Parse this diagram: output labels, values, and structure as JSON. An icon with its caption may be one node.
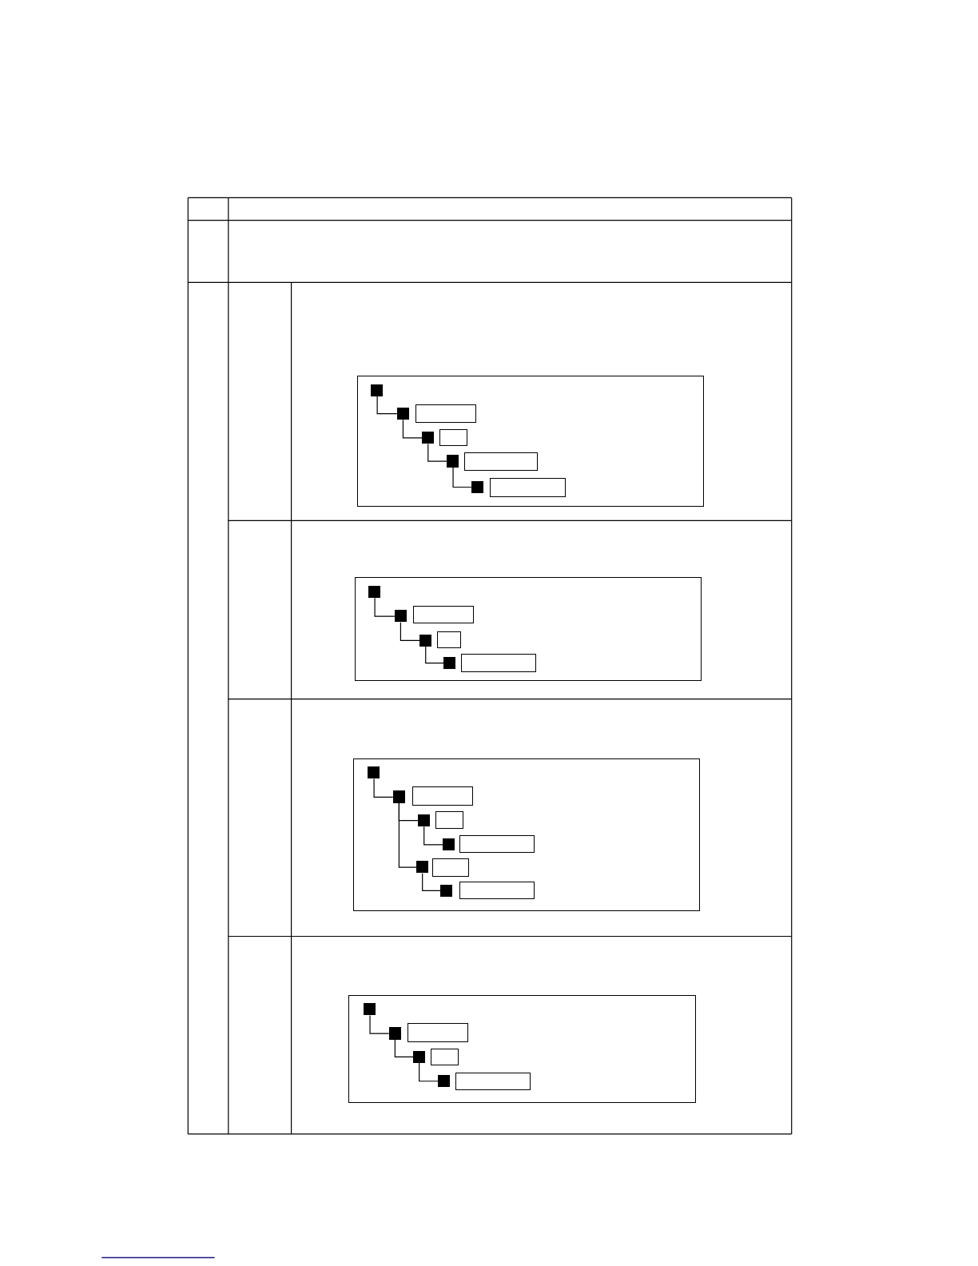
{
  "diagram": {
    "nodes": [
      {
        "text": [],
        "shape": "box"
      },
      {
        "text": [],
        "shape": "square",
        "in": 0
      },
      {
        "text": [],
        "shape": "square",
        "in": 0
      },
      {
        "text": [],
        "shape": "box",
        "in": 0
      },
      {
        "text": [],
        "shape": "square",
        "in": 0
      },
      {
        "text": [],
        "shape": "box",
        "in": 0
      },
      {
        "text": [],
        "shape": "square",
        "in": 0
      },
      {
        "text": [],
        "shape": "box",
        "in": 0
      },
      {
        "text": [],
        "shape": "square",
        "in": 0
      },
      {
        "text": [],
        "shape": "box",
        "in": 0
      },
      {
        "text": [],
        "shape": "box"
      },
      {
        "text": [],
        "shape": "square",
        "in": 10
      },
      {
        "text": [],
        "shape": "square",
        "in": 10
      },
      {
        "text": [],
        "shape": "box",
        "in": 10
      },
      {
        "text": [],
        "shape": "square",
        "in": 10
      },
      {
        "text": [],
        "shape": "box",
        "in": 10
      },
      {
        "text": [],
        "shape": "square",
        "in": 10
      },
      {
        "text": [],
        "shape": "box",
        "in": 10
      },
      {
        "text": [],
        "shape": "box"
      },
      {
        "text": [],
        "shape": "square",
        "in": 18
      },
      {
        "text": [],
        "shape": "square",
        "in": 18
      },
      {
        "text": [],
        "shape": "box",
        "in": 18
      },
      {
        "text": [],
        "shape": "square",
        "in": 18
      },
      {
        "text": [],
        "shape": "box",
        "in": 18
      },
      {
        "text": [],
        "shape": "square",
        "in": 18
      },
      {
        "text": [],
        "shape": "box",
        "in": 18
      },
      {
        "text": [],
        "shape": "square",
        "in": 18
      },
      {
        "text": [],
        "shape": "box",
        "in": 18
      },
      {
        "text": [],
        "shape": "square",
        "in": 18
      },
      {
        "text": [],
        "shape": "box",
        "in": 18
      },
      {
        "text": [],
        "shape": "box"
      },
      {
        "text": [],
        "shape": "square",
        "in": 30
      },
      {
        "text": [],
        "shape": "square",
        "in": 30
      },
      {
        "text": [],
        "shape": "box",
        "in": 30
      },
      {
        "text": [],
        "shape": "square",
        "in": 30
      },
      {
        "text": [],
        "shape": "box",
        "in": 30
      },
      {
        "text": [],
        "shape": "square",
        "in": 30
      },
      {
        "text": [],
        "shape": "box",
        "in": 30
      }
    ],
    "edges": [
      {
        "from": 1,
        "to": 2,
        "arrow": "none"
      },
      {
        "from": 2,
        "to": 4,
        "arrow": "none"
      },
      {
        "from": 4,
        "to": 6,
        "arrow": "none"
      },
      {
        "from": 6,
        "to": 8,
        "arrow": "none"
      },
      {
        "from": 11,
        "to": 12,
        "arrow": "none"
      },
      {
        "from": 12,
        "to": 14,
        "arrow": "none"
      },
      {
        "from": 14,
        "to": 16,
        "arrow": "none"
      },
      {
        "from": 19,
        "to": 20,
        "arrow": "none"
      },
      {
        "from": 20,
        "to": 22,
        "arrow": "none"
      },
      {
        "from": 22,
        "to": 24,
        "arrow": "none"
      },
      {
        "from": 20,
        "to": 26,
        "arrow": "none"
      },
      {
        "from": 26,
        "to": 28,
        "arrow": "none"
      },
      {
        "from": 31,
        "to": 32,
        "arrow": "none"
      },
      {
        "from": 32,
        "to": 34,
        "arrow": "none"
      },
      {
        "from": 34,
        "to": 36,
        "arrow": "none"
      }
    ]
  }
}
